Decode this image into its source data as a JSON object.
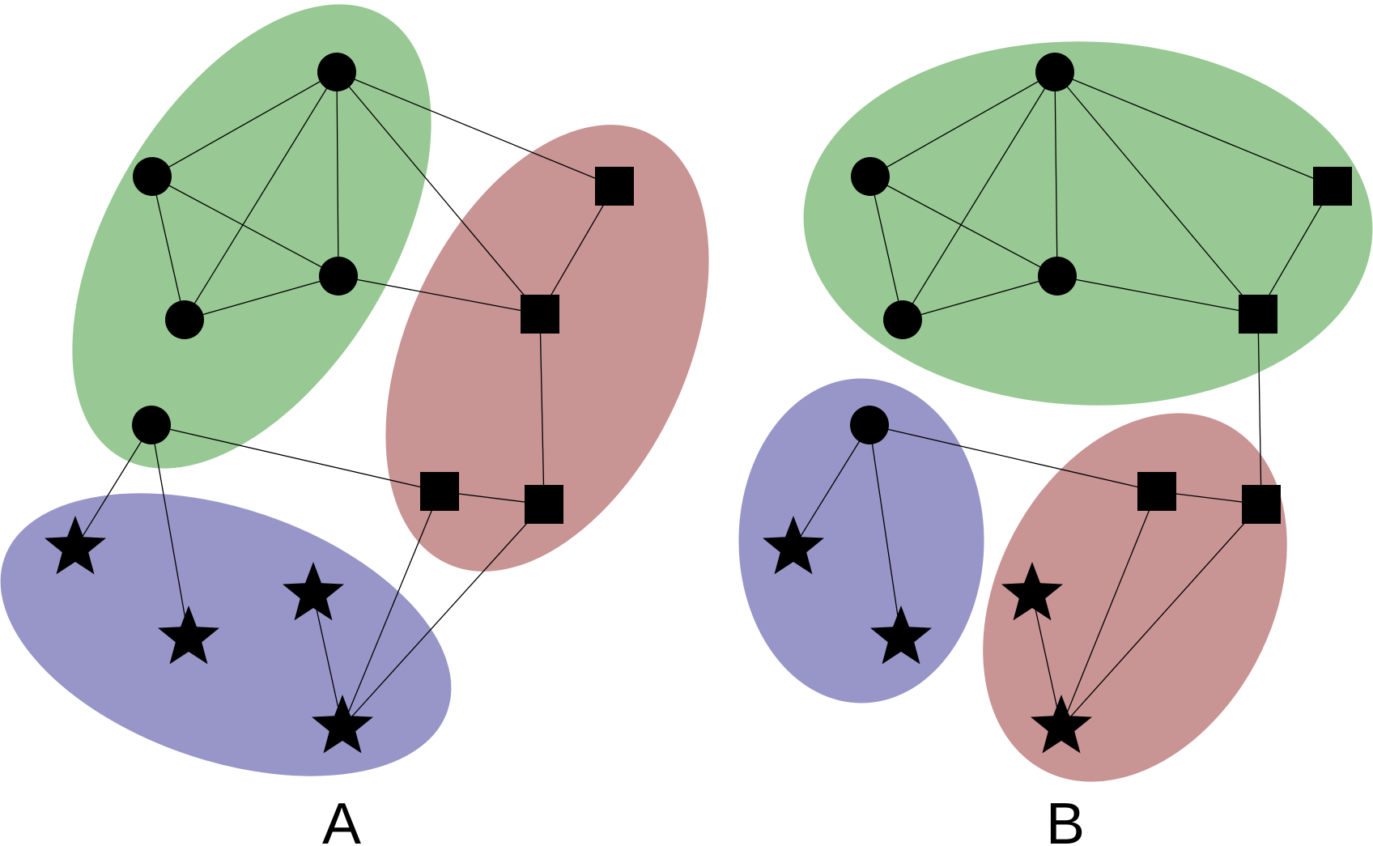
{
  "colors": {
    "green": "#98c994",
    "red": "#c99494",
    "blue": "#9896c8",
    "node": "#000000",
    "edge": "#000000"
  },
  "panels": [
    {
      "label": "A",
      "groups": [
        "green",
        "red",
        "blue"
      ],
      "nodes": [
        {
          "id": "c1",
          "shape": "circle",
          "group": "green"
        },
        {
          "id": "c2",
          "shape": "circle",
          "group": "green"
        },
        {
          "id": "c3",
          "shape": "circle",
          "group": "green"
        },
        {
          "id": "c4",
          "shape": "circle",
          "group": "green"
        },
        {
          "id": "c5",
          "shape": "circle",
          "group": "green"
        },
        {
          "id": "s1",
          "shape": "square",
          "group": "red"
        },
        {
          "id": "s2",
          "shape": "square",
          "group": "red"
        },
        {
          "id": "s3",
          "shape": "square",
          "group": "red"
        },
        {
          "id": "s4",
          "shape": "square",
          "group": "red"
        },
        {
          "id": "t1",
          "shape": "star",
          "group": "blue"
        },
        {
          "id": "t2",
          "shape": "star",
          "group": "blue"
        },
        {
          "id": "t3",
          "shape": "star",
          "group": "blue"
        },
        {
          "id": "t4",
          "shape": "star",
          "group": "blue"
        }
      ],
      "edges": [
        [
          "c1",
          "c2"
        ],
        [
          "c1",
          "c3"
        ],
        [
          "c1",
          "c4"
        ],
        [
          "c1",
          "s1"
        ],
        [
          "c1",
          "s2"
        ],
        [
          "c2",
          "c3"
        ],
        [
          "c2",
          "c4"
        ],
        [
          "c3",
          "c4"
        ],
        [
          "c3",
          "s2"
        ],
        [
          "s1",
          "s2"
        ],
        [
          "s2",
          "s4"
        ],
        [
          "c5",
          "s3"
        ],
        [
          "c5",
          "t1"
        ],
        [
          "c5",
          "t2"
        ],
        [
          "s3",
          "s4"
        ],
        [
          "s3",
          "t4"
        ],
        [
          "s4",
          "t4"
        ],
        [
          "t3",
          "t4"
        ]
      ]
    },
    {
      "label": "B",
      "groups": [
        "green",
        "blue",
        "red"
      ],
      "nodes": [
        {
          "id": "c1",
          "shape": "circle",
          "group": "green"
        },
        {
          "id": "c2",
          "shape": "circle",
          "group": "green"
        },
        {
          "id": "c3",
          "shape": "circle",
          "group": "green"
        },
        {
          "id": "c4",
          "shape": "circle",
          "group": "green"
        },
        {
          "id": "s1",
          "shape": "square",
          "group": "green"
        },
        {
          "id": "s2",
          "shape": "square",
          "group": "green"
        },
        {
          "id": "c5",
          "shape": "circle",
          "group": "blue"
        },
        {
          "id": "t1",
          "shape": "star",
          "group": "blue"
        },
        {
          "id": "t2",
          "shape": "star",
          "group": "blue"
        },
        {
          "id": "s3",
          "shape": "square",
          "group": "red"
        },
        {
          "id": "s4",
          "shape": "square",
          "group": "red"
        },
        {
          "id": "t3",
          "shape": "star",
          "group": "red"
        },
        {
          "id": "t4",
          "shape": "star",
          "group": "red"
        }
      ],
      "edges": [
        [
          "c1",
          "c2"
        ],
        [
          "c1",
          "c3"
        ],
        [
          "c1",
          "c4"
        ],
        [
          "c1",
          "s1"
        ],
        [
          "c1",
          "s2"
        ],
        [
          "c2",
          "c3"
        ],
        [
          "c2",
          "c4"
        ],
        [
          "c3",
          "c4"
        ],
        [
          "c3",
          "s2"
        ],
        [
          "s1",
          "s2"
        ],
        [
          "s2",
          "s4"
        ],
        [
          "c5",
          "s3"
        ],
        [
          "c5",
          "t1"
        ],
        [
          "c5",
          "t2"
        ],
        [
          "s3",
          "s4"
        ],
        [
          "s3",
          "t4"
        ],
        [
          "s4",
          "t4"
        ],
        [
          "t3",
          "t4"
        ]
      ]
    }
  ]
}
